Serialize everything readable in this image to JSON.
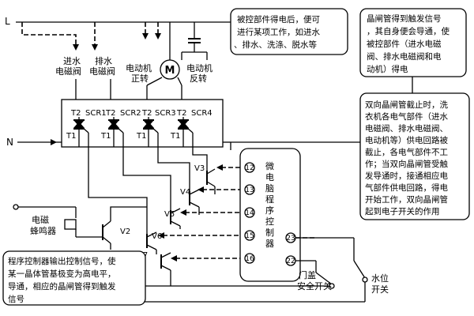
{
  "lines": {
    "live": "L",
    "neutral": "N"
  },
  "components": {
    "inlet_valve": [
      "进水",
      "电磁阀"
    ],
    "drain_valve": [
      "排水",
      "电磁阀"
    ],
    "motor_forward": [
      "电动机",
      "正转"
    ],
    "motor_reverse": [
      "电动机",
      "反转"
    ],
    "motor_symbol": "M",
    "buzzer": [
      "电磁",
      "蜂鸣器"
    ],
    "controller": [
      "微",
      "电",
      "脑",
      "程",
      "序",
      "控",
      "制",
      "器"
    ],
    "door_switch": [
      "门盖",
      "安全开关"
    ],
    "water_switch": [
      "水位",
      "开关"
    ]
  },
  "thyristors": [
    {
      "t2": "T2",
      "name": "SCR1",
      "t1": "T1"
    },
    {
      "t2": "T2",
      "name": "SCR2",
      "t1": "T1"
    },
    {
      "t2": "T2",
      "name": "SCR3",
      "t1": "T1"
    },
    {
      "t2": "T2",
      "name": "SCR4",
      "t1": "T1"
    }
  ],
  "transistors": [
    "V2",
    "V3",
    "V4",
    "V5",
    "V6",
    "V7"
  ],
  "pins_left": [
    "12",
    "13",
    "14",
    "15",
    "16"
  ],
  "pins_right": [
    "23",
    "22"
  ],
  "notes": {
    "top_center": [
      "被控部件得电后，便可",
      "进行某项工作，如进水",
      "、排水、洗涤、脱水等"
    ],
    "top_right": [
      "晶闸管得到触发信号",
      "，其自身便会导通，使",
      "被控部件（进水电磁",
      "阀、排水电磁阀和电",
      "动机）得电"
    ],
    "right": [
      "双向晶闸管截止时，洗",
      "衣机各电气部件（进水",
      "电磁阀、排水电磁阀、",
      "电动机等）供电回路被",
      "截止，各电气部件不工",
      "作；当双向晶闸管受触",
      "发导通时，接通相应电",
      "气部件供电回路，得电",
      "开始工作，双向晶闸管",
      "起到电子开关的作用"
    ],
    "bottom_left": [
      "程序控制器输出控制信号，使",
      "某一晶体管基极变为高电平，",
      "导通，相应的晶闸管得到触发",
      "信号"
    ]
  }
}
